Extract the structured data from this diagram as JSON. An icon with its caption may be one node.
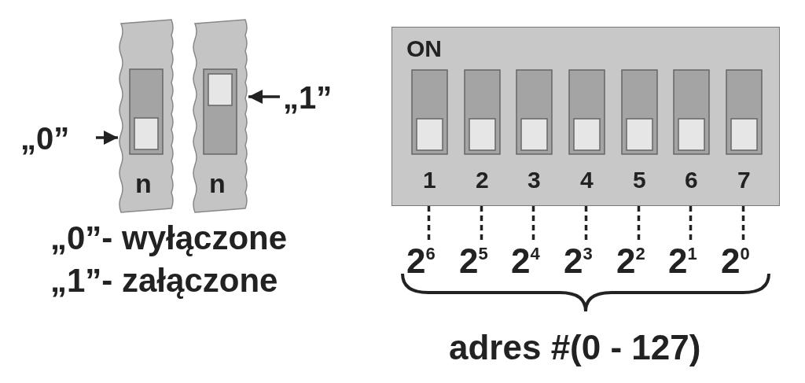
{
  "diagram": {
    "nodes": [
      {
        "text": [
          "„0”"
        ]
      },
      {
        "text": [
          "n"
        ]
      },
      {
        "text": [
          "n"
        ]
      },
      {
        "text": [
          "„1”"
        ]
      },
      {
        "text": [
          "ON"
        ]
      },
      {
        "text": [
          "1"
        ],
        "in": 4
      },
      {
        "text": [
          "2"
        ],
        "in": 4
      },
      {
        "text": [
          "3"
        ],
        "in": 4
      },
      {
        "text": [
          "4"
        ],
        "in": 4
      },
      {
        "text": [
          "5"
        ],
        "in": 4
      },
      {
        "text": [
          "6"
        ],
        "in": 4
      },
      {
        "text": [
          "7"
        ],
        "in": 4
      },
      {
        "text": [
          "2$^{6}$"
        ]
      },
      {
        "text": [
          "2$^{5}$"
        ]
      },
      {
        "text": [
          "2$^{4}$"
        ]
      },
      {
        "text": [
          "2$^{3}$"
        ]
      },
      {
        "text": [
          "2$^{2}$"
        ]
      },
      {
        "text": [
          "2$^{1}$"
        ]
      },
      {
        "text": [
          "2$^{0}$"
        ]
      }
    ],
    "edges": [
      {
        "from": 0,
        "to": 1,
        "arrow": "to"
      },
      {
        "from": 3,
        "to": 2,
        "arrow": "to"
      },
      {
        "from": 5,
        "to": 12,
        "arrow": "none",
        "style": "dashed"
      },
      {
        "from": 6,
        "to": 13,
        "arrow": "none",
        "style": "dashed"
      },
      {
        "from": 7,
        "to": 14,
        "arrow": "none",
        "style": "dashed"
      },
      {
        "from": 8,
        "to": 15,
        "arrow": "none",
        "style": "dashed"
      },
      {
        "from": 9,
        "to": 16,
        "arrow": "none",
        "style": "dashed"
      },
      {
        "from": 10,
        "to": 17,
        "arrow": "none",
        "style": "dashed"
      },
      {
        "from": 11,
        "to": 18,
        "arrow": "none",
        "style": "dashed"
      }
    ],
    "labels": [
      "„0”- wyłączone",
      "„1”- załączone",
      "adres #(0 - 127)"
    ]
  }
}
